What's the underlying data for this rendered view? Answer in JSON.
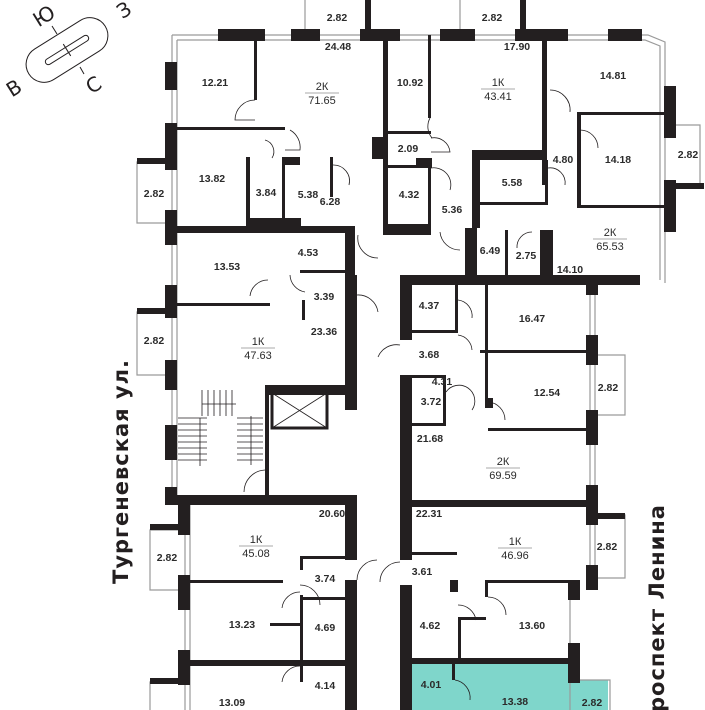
{
  "compass": {
    "north": "С",
    "south": "Ю",
    "east": "В",
    "west": "З"
  },
  "streets": {
    "left": "Тургеневская ул.",
    "right": "роспект Ленина"
  },
  "highlight_color": "#7fd6cb",
  "wall_color": "#231f20",
  "apartments": [
    {
      "type": "2К",
      "area": "71.65"
    },
    {
      "type": "1К",
      "area": "43.41"
    },
    {
      "type": "2К",
      "area": "65.53"
    },
    {
      "type": "1К",
      "area": "47.63"
    },
    {
      "type": "2К",
      "area": "69.59"
    },
    {
      "type": "1К",
      "area": "45.08"
    },
    {
      "type": "1К",
      "area": "46.96"
    }
  ],
  "rooms": [
    "2.82",
    "2.82",
    "24.48",
    "17.90",
    "12.21",
    "10.92",
    "14.81",
    "2.09",
    "13.82",
    "3.84",
    "5.38",
    "6.28",
    "4.32",
    "5.36",
    "5.58",
    "4.80",
    "14.18",
    "2.82",
    "6.49",
    "2.75",
    "14.10",
    "2.82",
    "13.53",
    "4.53",
    "3.39",
    "23.36",
    "2.82",
    "4.37",
    "16.47",
    "3.68",
    "4.31",
    "12.54",
    "2.82",
    "3.72",
    "21.68",
    "20.60",
    "2.82",
    "22.31",
    "2.82",
    "3.74",
    "3.61",
    "13.23",
    "4.69",
    "4.62",
    "13.60",
    "4.14",
    "13.09",
    "4.01",
    "13.38",
    "2.82"
  ]
}
